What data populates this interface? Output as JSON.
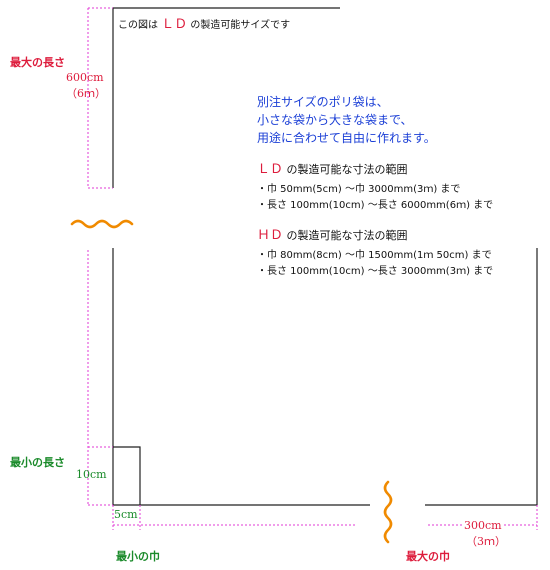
{
  "caption": {
    "prefix": "この図は",
    "code": "ＬＤ",
    "suffix": "の製造可能サイズです"
  },
  "labels": {
    "max_length": "最大の長さ",
    "min_length": "最小の長さ",
    "min_width": "最小の巾",
    "max_width": "最大の巾"
  },
  "dimensions": {
    "max_length_cm": "600cm",
    "max_length_m": "（6ｍ）",
    "min_length": "10cm",
    "min_width": "5cm",
    "max_width_cm": "300cm",
    "max_width_m": "（3ｍ）"
  },
  "intro_lines": [
    "別注サイズのポリ袋は、",
    "小さな袋から大きな袋まで、",
    "用途に合わせて自由に作れます。"
  ],
  "ld": {
    "code": "ＬＤ",
    "heading": "の製造可能な寸法の範囲",
    "lines": [
      "・巾 50mm(5cm) ～巾 3000mm(3ｍ) まで",
      "・長さ 100mm(10cm) ～長さ 6000mm(6ｍ) まで"
    ]
  },
  "hd": {
    "code": "ＨＤ",
    "heading": "の製造可能な寸法の範囲",
    "lines": [
      "・巾 80mm(8cm) ～巾 1500mm(1ｍ 50cm) まで",
      "・長さ 100mm(10cm) ～長さ 3000mm(3ｍ) まで"
    ]
  },
  "colors": {
    "red": "#dd1c3c",
    "green": "#1a8a2a",
    "blue": "#1b3fd6",
    "magenta": "#e23ad6",
    "orange": "#f08a00",
    "line": "#222222"
  }
}
